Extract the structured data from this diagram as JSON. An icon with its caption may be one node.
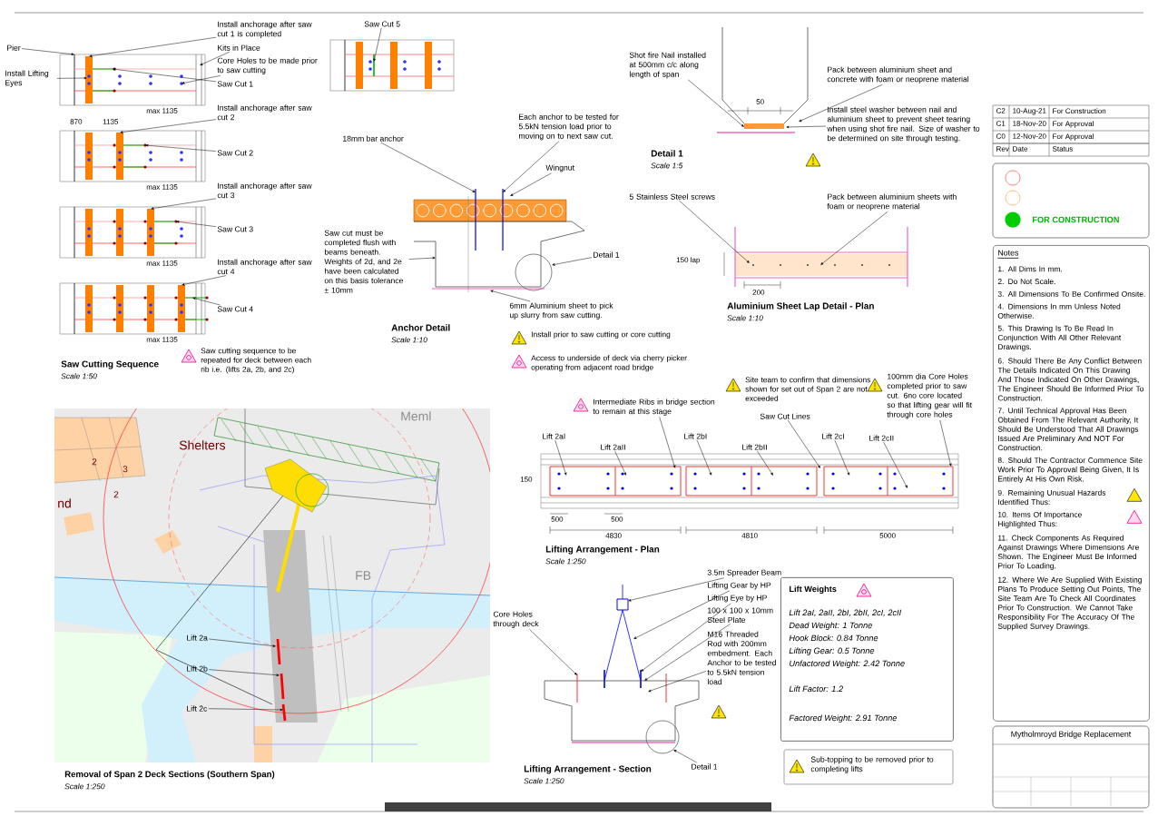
{
  "diagram": {
    "nodes": [
      {
        "text": [
          "Pier"
        ]
      },
      {
        "text": [
          "Install anchorage after saw cut 1 is completed"
        ]
      },
      {
        "text": [
          "Kits in Place"
        ]
      },
      {
        "text": [
          "Core Holes to be made prior to saw cutting"
        ]
      },
      {
        "text": [
          "Install Lifting Eyes"
        ]
      },
      {
        "text": [
          "Saw Cut 1"
        ]
      },
      {
        "text": [
          "Install anchorage after saw cut 2"
        ]
      },
      {
        "text": [
          "Saw Cut 2"
        ]
      },
      {
        "text": [
          "Install anchorage after saw cut 3"
        ]
      },
      {
        "text": [
          "Saw Cut 3"
        ]
      },
      {
        "text": [
          "Install anchorage after saw cut 4"
        ]
      },
      {
        "text": [
          "Saw Cut 4"
        ]
      },
      {
        "text": [
          "Saw Cut 5"
        ]
      },
      {
        "text": [
          "18mm bar anchor"
        ]
      },
      {
        "text": [
          "Each anchor to be tested for 5.5kN tension load prior to moving on to next saw cut."
        ]
      },
      {
        "text": [
          "Wingnut"
        ]
      },
      {
        "text": [
          "Saw cut must be completed flush with beams beneath. Weights of 2d, and 2e have been calculated on this basis tolerance ± 10mm"
        ]
      },
      {
        "text": [
          "Detail 1"
        ]
      },
      {
        "text": [
          "6mm Aluminium sheet to pick up slurry from saw cutting."
        ]
      },
      {
        "text": [
          "Shot fire Nail installed at 500mm c/c along length of span"
        ]
      },
      {
        "text": [
          "Pack between aluminium sheet and concrete with foam or neoprene material"
        ]
      },
      {
        "text": [
          "Install steel washer between nail and aluminium sheet to prevent sheet tearing when using shot fire nail. Size of washer to be determined on site through testing."
        ]
      },
      {
        "text": [
          "5 Stainless Steel screws"
        ]
      },
      {
        "text": [
          "Pack between aluminium sheets with foam or neoprene material"
        ]
      },
      {
        "text": [
          "Intermediate Ribs in bridge section to remain at this stage"
        ]
      },
      {
        "text": [
          "Saw Cut Lines"
        ]
      },
      {
        "text": [
          "100mm dia Core Holes completed prior to saw cut. 6no core located so that lifting gear will fit through core holes"
        ]
      },
      {
        "text": [
          "Lift 2aI"
        ]
      },
      {
        "text": [
          "Lift 2aII"
        ]
      },
      {
        "text": [
          "Lift 2bI"
        ]
      },
      {
        "text": [
          "Lift 2bII"
        ]
      },
      {
        "text": [
          "Lift 2cI"
        ]
      },
      {
        "text": [
          "Lift 2cII"
        ]
      },
      {
        "text": [
          "3.5m Spreader Beam"
        ]
      },
      {
        "text": [
          "Lifting Gear by HP"
        ]
      },
      {
        "text": [
          "Lifting Eye by HP"
        ]
      },
      {
        "text": [
          "100 x 100 x 10mm Steel Plate"
        ]
      },
      {
        "text": [
          "Core Holes through deck"
        ]
      },
      {
        "text": [
          "M16 Threaded Rod with 200mm embedment. Each Anchor to be tested to 5.5kN tension load"
        ]
      },
      {
        "text": [
          "Detail 1"
        ]
      },
      {
        "text": [
          "Lift 2a"
        ],
        "in": 58
      },
      {
        "text": [
          "Lift 2b"
        ],
        "in": 58
      },
      {
        "text": [
          "Lift 2c"
        ],
        "in": 58
      },
      {
        "text": [
          "Lift Weights",
          "Lift 2aI, 2aII, 2bI, 2bII, 2cI, 2cII",
          "Dead Weight: 1 Tonne",
          "Hook Block: 0.84 Tonne",
          "Lifting Gear: 0.5 Tonne",
          "Unfactored Weight: 2.42 Tonne",
          "Lift Factor: 1.2",
          "Factored Weight: 2.91 Tonne"
        ]
      },
      {
        "text": [
          "Sub-topping to be removed prior to completing lifts"
        ]
      },
      {
        "text": [
          "FOR CONSTRUCTION"
        ]
      },
      {
        "text": [
          "Notes",
          "1. All Dims In mm.",
          "2. Do Not Scale.",
          "3. All Dimensions To Be Confirmed Onsite.",
          "4. Dimensions In mm Unless Noted Otherwise.",
          "5. This Drawing Is To Be Read In Conjunction With All Other Relevant Drawings.",
          "6. Should There Be Any Conflict Between The Details Indicated On This Drawing And Those Indicated On Other Drawings, The Engineer Should Be Informed Prior To Construction.",
          "7. Until Technical Approval Has Been Obtained From The Relevant Authority, It Should Be Understood That All Drawings Issued Are Preliminary And NOT For Construction.",
          "8. Should The Contractor Commence Site Work Prior To Approval Being Given, It Is Entirely At His Own Risk.",
          "9. Remaining Unusual Hazards Identified Thus:",
          "10. Items Of Importance Highlighted Thus:",
          "11. Check Components As Required Against Drawings Where Dimensions Are Shown. The Engineer Must Be Informed Prior To Loading.",
          "12. Where We Are Supplied With Existing Plans To Produce Setting Out Points, The Site Team Are To Check All Coordinates Prior To Construction. We Cannot Take Responsibility For The Accuracy Of The Supplied Survey Drawings."
        ]
      },
      {
        "text": [
          "Mytholmroyd Bridge Replacement"
        ]
      },
      {
        "text": [],
        "shape": "picture"
      },
      {
        "text": [],
        "shape": "picture"
      },
      {
        "text": [],
        "shape": "picture"
      },
      {
        "text": [],
        "shape": "picture"
      },
      {
        "text": [],
        "shape": "picture"
      },
      {
        "text": [],
        "shape": "picture"
      },
      {
        "text": [],
        "shape": "picture"
      },
      {
        "text": [],
        "shape": "picture"
      },
      {
        "text": [],
        "shape": "picture"
      },
      {
        "text": [],
        "shape": "picture"
      },
      {
        "text": [],
        "shape": "picture"
      }
    ],
    "edges": [
      {
        "from": 0,
        "to": 48,
        "arrow": "to"
      },
      {
        "from": 1,
        "to": 48,
        "arrow": "to"
      },
      {
        "from": 2,
        "to": 48,
        "arrow": "to"
      },
      {
        "from": 3,
        "to": 48,
        "arrow": "to"
      },
      {
        "from": 4,
        "to": 48,
        "arrow": "to"
      },
      {
        "from": 5,
        "to": 48,
        "arrow": "to"
      },
      {
        "from": 6,
        "to": 49,
        "arrow": "to"
      },
      {
        "from": 7,
        "to": 49,
        "arrow": "to"
      },
      {
        "from": 8,
        "to": 50,
        "arrow": "to"
      },
      {
        "from": 9,
        "to": 50,
        "arrow": "to"
      },
      {
        "from": 10,
        "to": 51,
        "arrow": "to"
      },
      {
        "from": 11,
        "to": 51,
        "arrow": "to"
      },
      {
        "from": 12,
        "to": 52,
        "arrow": "to"
      },
      {
        "from": 13,
        "to": 53,
        "arrow": "to"
      },
      {
        "from": 14,
        "to": 53,
        "arrow": "to"
      },
      {
        "from": 15,
        "to": 53,
        "arrow": "to"
      },
      {
        "from": 16,
        "to": 53,
        "arrow": "to"
      },
      {
        "from": 17,
        "to": 53,
        "arrow": "to"
      },
      {
        "from": 18,
        "to": 53,
        "arrow": "to"
      },
      {
        "from": 19,
        "to": 54,
        "arrow": "to"
      },
      {
        "from": 20,
        "to": 54,
        "arrow": "to"
      },
      {
        "from": 21,
        "to": 54,
        "arrow": "to"
      },
      {
        "from": 22,
        "to": 55,
        "arrow": "to"
      },
      {
        "from": 23,
        "to": 55,
        "arrow": "to"
      },
      {
        "from": 24,
        "to": 56,
        "arrow": "to"
      },
      {
        "from": 25,
        "to": 56,
        "arrow": "to"
      },
      {
        "from": 26,
        "to": 56,
        "arrow": "to"
      },
      {
        "from": 27,
        "to": 56,
        "arrow": "to"
      },
      {
        "from": 28,
        "to": 56,
        "arrow": "to"
      },
      {
        "from": 29,
        "to": 56,
        "arrow": "to"
      },
      {
        "from": 30,
        "to": 56,
        "arrow": "to"
      },
      {
        "from": 31,
        "to": 56,
        "arrow": "to"
      },
      {
        "from": 32,
        "to": 56,
        "arrow": "to"
      },
      {
        "from": 33,
        "to": 57,
        "arrow": "to"
      },
      {
        "from": 34,
        "to": 57,
        "arrow": "to"
      },
      {
        "from": 35,
        "to": 57,
        "arrow": "to"
      },
      {
        "from": 36,
        "to": 57,
        "arrow": "to"
      },
      {
        "from": 37,
        "to": 57,
        "arrow": "to"
      },
      {
        "from": 38,
        "to": 57,
        "arrow": "to"
      },
      {
        "from": 39,
        "to": 57,
        "arrow": "to"
      },
      {
        "from": 40,
        "to": 58,
        "arrow": "to"
      },
      {
        "from": 41,
        "to": 58,
        "arrow": "to"
      },
      {
        "from": 42,
        "to": 58,
        "arrow": "to"
      }
    ],
    "labels": [
      "max 1135",
      "870",
      "1135",
      "max 1135",
      "max 1135",
      "max 1135",
      "Saw Cutting Sequence",
      "Scale 1:50",
      "Saw cutting sequence to be repeated for deck between each rib i.e. (lifts 2a, 2b, and 2c)",
      "Anchor Detail",
      "Scale 1:10",
      "Install prior to saw cutting or core cutting",
      "Access to underside of deck via cherry picker operating from adjacent road bridge",
      "50",
      "Detail 1",
      "Scale 1:5",
      "150 lap",
      "200",
      "Aluminium Sheet Lap Detail - Plan",
      "Scale 1:10",
      "Site team to confirm that dimensions shown for set out of Span 2 are not exceeded",
      "150",
      "500",
      "500",
      "4830",
      "4810",
      "5000",
      "Lifting Arrangement - Plan",
      "Scale 1:250",
      "Lifting Arrangement - Section",
      "Scale 1:250",
      "Meml",
      "Shelters",
      "2",
      "3",
      "2",
      "nd",
      "FB",
      "Removal of Span 2 Deck Sections (Southern Span)",
      "Scale 1:250",
      "C2",
      "10-Aug-21",
      "For Construction",
      "C1",
      "18-Nov-20",
      "For Approval",
      "C0",
      "12-Nov-20",
      "For Approval",
      "Rev",
      "Date",
      "Status"
    ]
  }
}
